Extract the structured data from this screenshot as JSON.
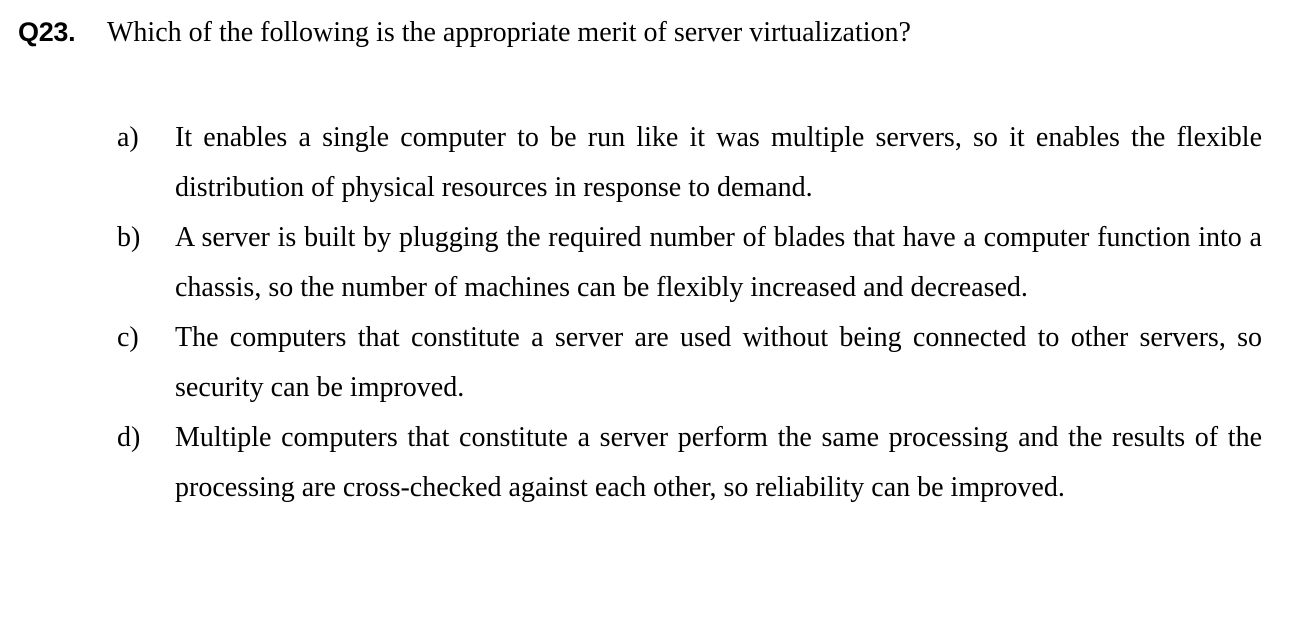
{
  "document": {
    "type": "exam-question",
    "background_color": "#ffffff",
    "text_color": "#000000"
  },
  "question": {
    "number_label": "Q23.",
    "text": "Which of the following is the appropriate merit of server virtualization?"
  },
  "options": [
    {
      "label": "a)",
      "text": "It enables a single computer to be run like it was multiple servers, so it enables the flexible distribution of physical resources in response to demand."
    },
    {
      "label": "b)",
      "text": "A server is built by plugging the required number of blades that have a computer function into a chassis, so the number of machines can be flexibly increased and decreased."
    },
    {
      "label": "c)",
      "text": "The computers that constitute a server are used without being connected to other servers, so security can be improved."
    },
    {
      "label": "d)",
      "text": "Multiple computers that constitute a server perform the same processing and the results of the processing are cross-checked against each other, so reliability can be improved."
    }
  ]
}
